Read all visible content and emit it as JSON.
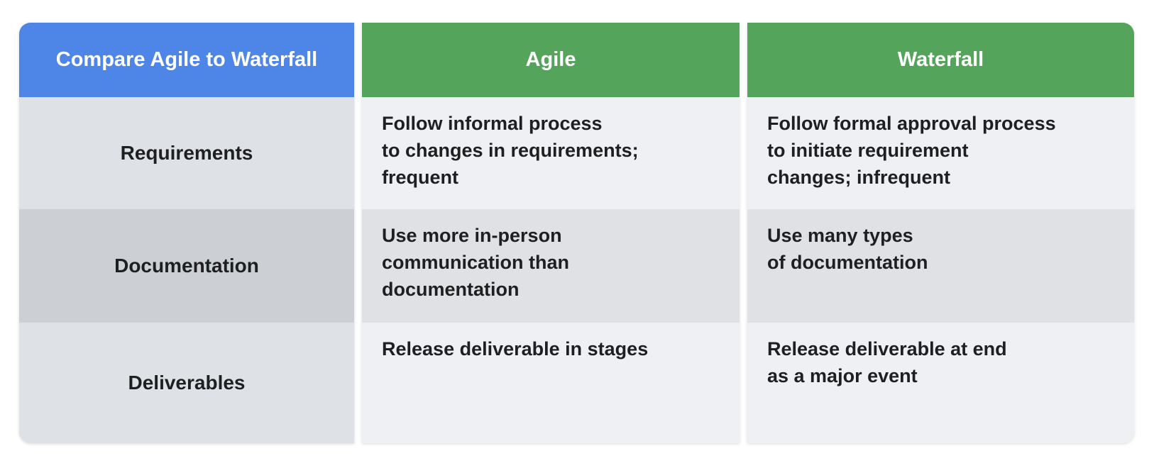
{
  "chart_data": {
    "type": "table",
    "title": "Compare Agile to Waterfall",
    "corner_header": "Compare Agile to Waterfall",
    "column_headers": [
      "Agile",
      "Waterfall"
    ],
    "rows": [
      {
        "label": "Requirements",
        "agile": "Follow informal process\nto changes in requirements;\nfrequent",
        "waterfall": "Follow formal approval process\nto initiate requirement\nchanges; infrequent"
      },
      {
        "label": "Documentation",
        "agile": "Use more in-person\ncommunication than\ndocumentation",
        "waterfall": "Use many types\nof documentation"
      },
      {
        "label": "Deliverables",
        "agile": "Release deliverable in stages",
        "waterfall": "Release deliverable at end\nas a major event"
      }
    ],
    "layout": {
      "legend": "none",
      "grid": "off"
    }
  },
  "colors": {
    "header_blue": "#4e86e8",
    "header_green": "#55a45c",
    "label_cell_light": "#dee1e5",
    "label_cell_dark": "#ccd0d5",
    "data_cell_light": "#eef0f3",
    "data_cell_dark": "#dfe1e4",
    "header_text": "#ffffff",
    "body_text": "#1e1f21",
    "page_background": "#ffffff"
  }
}
